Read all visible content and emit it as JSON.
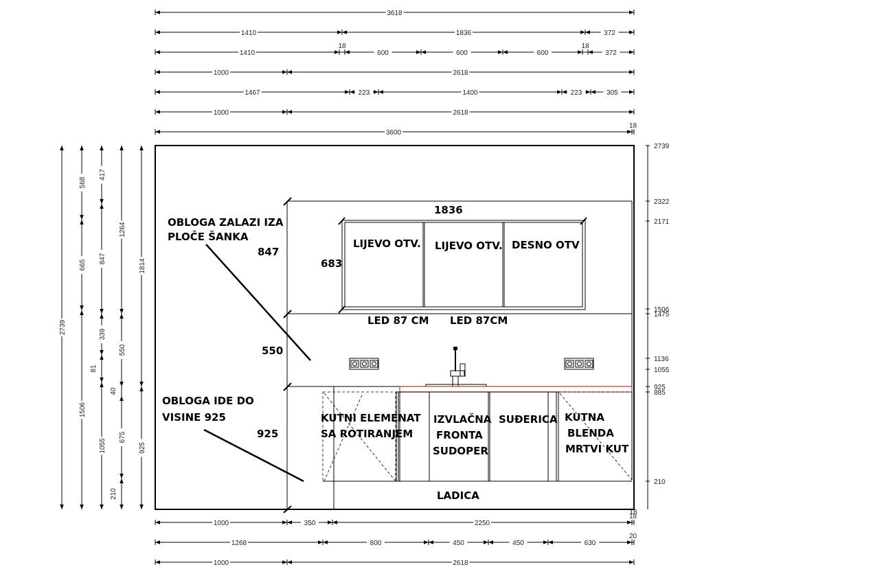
{
  "top_dimensions": [
    {
      "segments": [
        "3618"
      ]
    },
    {
      "segments": [
        "1410",
        "1836",
        "372"
      ]
    },
    {
      "segments": [
        "1410",
        "18",
        "600",
        "600",
        "600",
        "18",
        "372"
      ]
    },
    {
      "segments": [
        "1000",
        "2618"
      ]
    },
    {
      "segments": [
        "1467",
        "223",
        "1400",
        "223",
        "305"
      ]
    },
    {
      "segments": [
        "1000",
        "2618"
      ]
    },
    {
      "segments": [
        "3600",
        "18"
      ]
    }
  ],
  "bottom_dimensions": [
    {
      "segments": [
        "1000",
        "350",
        "2250",
        "18"
      ]
    },
    {
      "segments": [
        "1268",
        "800",
        "450",
        "450",
        "630",
        "20"
      ]
    },
    {
      "segments": [
        "1000",
        "2618"
      ]
    }
  ],
  "left_dimensions": [
    {
      "segments": [
        "2739"
      ]
    },
    {
      "segments": [
        "568",
        "665",
        "1506"
      ]
    },
    {
      "segments": [
        "417",
        "847",
        "339",
        "81",
        "1055"
      ]
    },
    {
      "segments": [
        "1264",
        "550",
        "40",
        "675",
        "210"
      ]
    },
    {
      "segments": [
        "1814",
        "925"
      ]
    }
  ],
  "right_levels": [
    "2739",
    "2322",
    "2171",
    "1506",
    "1475",
    "1136",
    "1055",
    "925",
    "885",
    "210",
    "18"
  ],
  "wall_annotations": {
    "upper_note_line1": "OBLOGA ZALAZI IZA",
    "upper_note_line2": "PLOČE ŠANKA",
    "lower_note_line1": "OBLOGA IDE DO",
    "lower_note_line2": "VISINE 925",
    "height_847": "847",
    "height_550": "550",
    "height_925": "925",
    "upper_width": "1836",
    "upper_height": "683"
  },
  "upper_cabinets": [
    "LIJEVO OTV.",
    "LIJEVO OTV.",
    "DESNO OTV"
  ],
  "led_labels": [
    "LED 87 CM",
    "LED 87CM"
  ],
  "base_cabinets": {
    "corner_line1": "KUTNI ELEMENAT",
    "corner_line2": "SA ROTIRANJEM",
    "sink_line1": "IZVLAČNA",
    "sink_line2": "FRONTA",
    "sink_line3": "SUDOPER",
    "dishwasher": "SUĐERICA",
    "blind_line1": "KUTNA",
    "blind_line2": "BLENDA",
    "blind_line3": "MRTVI KUT",
    "drawer": "LADICA"
  }
}
